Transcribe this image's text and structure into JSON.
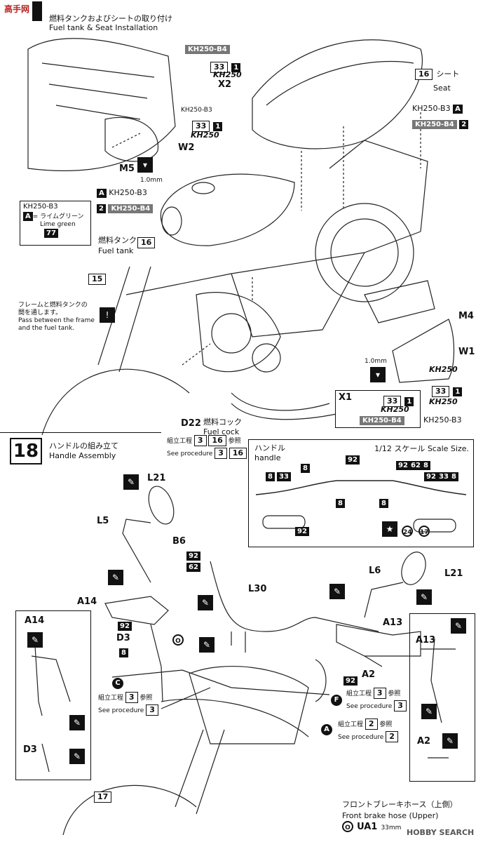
{
  "watermark_top": "高手网",
  "step17": {
    "title_jp": "燃料タンクおよびシートの取り付け",
    "title_en": "Fuel tank & Seat Installation"
  },
  "decal_x2": {
    "tag": "KH250-B4",
    "n1": "33",
    "n2": "1",
    "letter": "X2",
    "mark": "KH250"
  },
  "decal_w2": {
    "tag": "KH250-B3",
    "n1": "33",
    "n2": "1",
    "letter": "W2",
    "mark": "KH250"
  },
  "m5": {
    "label": "M5",
    "drill": "1.0mm"
  },
  "m5_a": {
    "badge": "A",
    "text": "KH250-B3"
  },
  "m5_2": {
    "badge": "2",
    "text": "KH250-B4"
  },
  "color_note": {
    "model": "KH250-B3",
    "badge": "A",
    "eq": "=",
    "jp": "ライムグリーン",
    "en": "Lime green",
    "paint": "77"
  },
  "seat": {
    "num": "16",
    "jp": "シート",
    "en": "Seat"
  },
  "right_tags": {
    "t1": "KH250-B3",
    "b1": "A",
    "t2": "KH250-B4",
    "b2": "2"
  },
  "fuel_tank": {
    "jp": "燃料タンク",
    "en": "Fuel tank",
    "num": "16"
  },
  "part15": "15",
  "frame_note": {
    "jp1": "フレームと燃料タンクの",
    "jp2": "間を通します。",
    "en1": "Pass between the frame",
    "en2": "and the fuel tank."
  },
  "m4": "M4",
  "w1": {
    "letter": "W1",
    "n1": "33",
    "n2": "1",
    "mark": "KH250"
  },
  "x1": {
    "letter": "X1",
    "n1": "33",
    "n2": "1",
    "mark": "KH250",
    "tag": "KH250-B4"
  },
  "drill2": "1.0mm",
  "w1_tag": "KH250-B3",
  "d22": {
    "label": "D22",
    "jp": "燃料コック",
    "en": "Fuel cock"
  },
  "proc_a": {
    "jp": "組立工程",
    "n": "3",
    "n2": "16",
    "ref": "参照",
    "en": "See procedure",
    "e1": "3",
    "e2": "16"
  },
  "step18": {
    "num": "18",
    "jp": "ハンドルの組み立て",
    "en": "Handle Assembly"
  },
  "inset": {
    "jp": "ハンドル",
    "en": "handle",
    "scale": "1/12 スケール Scale Size.",
    "n92": "92",
    "n8": "8",
    "n33": "33",
    "n62": "62",
    "n24": "24",
    "n17": "17"
  },
  "parts": {
    "L21a": "L21",
    "L5": "L5",
    "B6": "B6",
    "p92": "92",
    "p62": "62",
    "A14": "A14",
    "L30": "L30",
    "D3": "D3",
    "p8": "8",
    "O": "O",
    "C": "C",
    "L6": "L6",
    "L21b": "L21",
    "A13": "A13",
    "A2": "A2",
    "F": "F",
    "A": "A",
    "p17": "17"
  },
  "proc_c": {
    "jp": "組立工程",
    "n": "3",
    "ref": "参照",
    "en": "See procedure",
    "e": "3"
  },
  "proc_f": {
    "jp": "組立工程",
    "n": "3",
    "ref": "参照",
    "en": "See procedure",
    "e": "3"
  },
  "proc_aa": {
    "jp": "組立工程",
    "n": "2",
    "ref": "参照",
    "en": "See procedure",
    "e": "2"
  },
  "left_detail": {
    "a14": "A14",
    "d3": "D3"
  },
  "right_detail": {
    "a13": "A13",
    "a2": "A2"
  },
  "brake_hose": {
    "jp": "フロントブレーキホース（上側）",
    "en": "Front brake hose (Upper)",
    "badge": "O",
    "part": "UA1",
    "len": "33mm"
  },
  "footer_mark": "HOBBY SEARCH"
}
